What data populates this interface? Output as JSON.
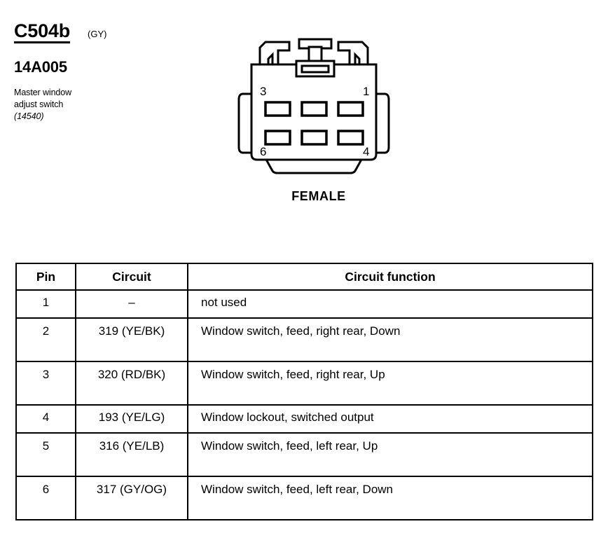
{
  "header": {
    "connector_id": "C504b",
    "connector_color": "(GY)",
    "part_number": "14A005",
    "description_line1": "Master window",
    "description_line2": "adjust switch",
    "description_line3": "(14540)"
  },
  "connector": {
    "type_label": "FEMALE",
    "pin_labels": {
      "top_left": "3",
      "top_right": "1",
      "bottom_left": "6",
      "bottom_right": "4"
    },
    "cavity_count": 6
  },
  "table": {
    "headers": {
      "pin": "Pin",
      "circuit": "Circuit",
      "function": "Circuit function"
    },
    "rows": [
      {
        "pin": "1",
        "circuit": "–",
        "function": "not used",
        "height": "short"
      },
      {
        "pin": "2",
        "circuit": "319 (YE/BK)",
        "function": "Window switch, feed, right rear, Down",
        "height": "tall"
      },
      {
        "pin": "3",
        "circuit": "320 (RD/BK)",
        "function": "Window switch, feed, right rear, Up",
        "height": "tall"
      },
      {
        "pin": "4",
        "circuit": "193 (YE/LG)",
        "function": "Window lockout, switched output",
        "height": "short"
      },
      {
        "pin": "5",
        "circuit": "316 (YE/LB)",
        "function": "Window switch, feed, left rear, Up",
        "height": "tall"
      },
      {
        "pin": "6",
        "circuit": "317 (GY/OG)",
        "function": "Window switch, feed, left rear, Down",
        "height": "tall"
      }
    ]
  },
  "colors": {
    "ink": "#000000",
    "background": "#ffffff"
  }
}
